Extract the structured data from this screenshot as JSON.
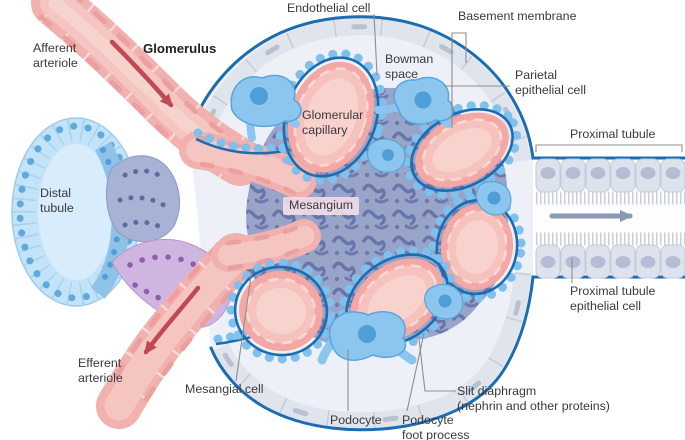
{
  "figure": {
    "title": "Glomerulus",
    "labels": {
      "afferent_arteriole": "Afferent\narteriole",
      "glomerulus": "Glomerulus",
      "endothelial_cell": "Endothelial cell",
      "basement_membrane": "Basement membrane",
      "bowman_space": "Bowman\nspace",
      "parietal_epithelial_cell": "Parietal\nepithelial cell",
      "glomerular_capillary": "Glomerular\ncapillary",
      "proximal_tubule": "Proximal tubule",
      "distal_tubule": "Distal\ntubule",
      "mesangium": "Mesangium",
      "proximal_tubule_epithelial_cell": "Proximal tubule\nepithelial cell",
      "efferent_arteriole": "Efferent\narteriole",
      "mesangial_cell": "Mesangial cell",
      "podocyte": "Podocyte",
      "podocyte_foot_process": "Podocyte\nfoot process",
      "slit_diaphragm": "Slit diaphragm\n(nephrin and other proteins)"
    },
    "icons": {
      "afferent_flow_arrow": "arrow-down-right",
      "efferent_flow_arrow": "arrow-down-left",
      "tubule_flow_arrow": "arrow-right"
    },
    "colors": {
      "outline_blue": "#1b6cb0",
      "capillary_pink": "#f3a8a6",
      "podocyte_blue": "#8cc6ee",
      "mesangium_slate": "#98a4c8",
      "capsule_gray": "#e0e4ed",
      "bowman_space_fill": "#edf1f7",
      "juxtaglomerular_purple": "#cfb6e0",
      "distal_tubule_blue": "#c3e3f8",
      "flow_arrow_red": "#c04a52",
      "tubule_arrow_gray": "#8b97b6",
      "pointer_line_gray": "#8e8e8e",
      "label_text": "#3a3a3a",
      "mesangium_label_bg": "#f6dee8"
    }
  }
}
